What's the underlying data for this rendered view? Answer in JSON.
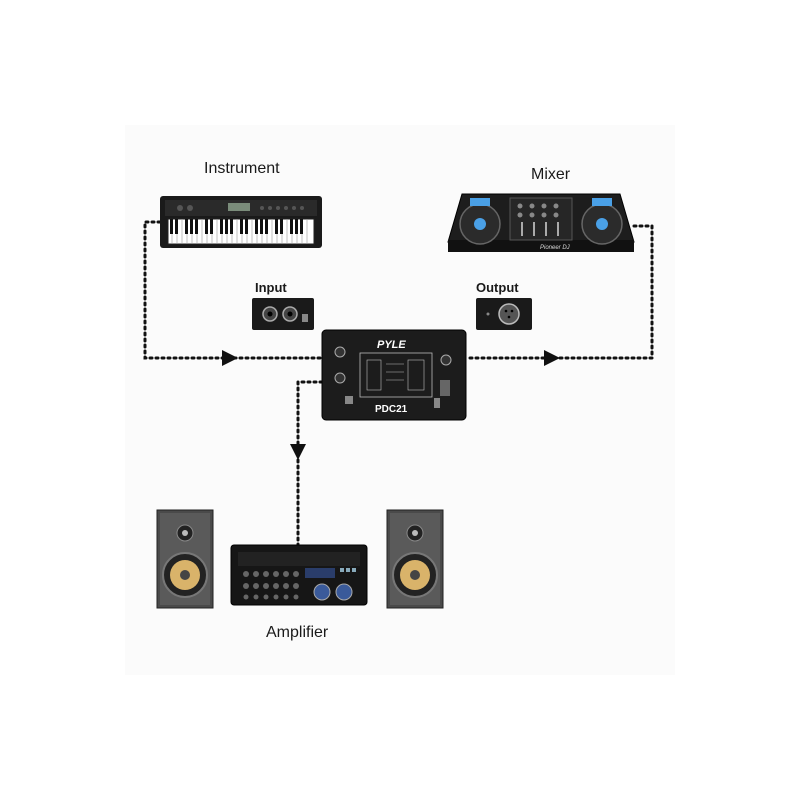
{
  "labels": {
    "instrument": "Instrument",
    "mixer": "Mixer",
    "input": "Input",
    "output": "Output",
    "amplifier": "Amplifier"
  },
  "device": {
    "brand": "PYLE",
    "model": "PDC21"
  },
  "mixer_brand": "Pioneer DJ",
  "colors": {
    "line": "#111111",
    "device_body": "#1c1c1c",
    "speaker_cone": "#d9b36a"
  }
}
